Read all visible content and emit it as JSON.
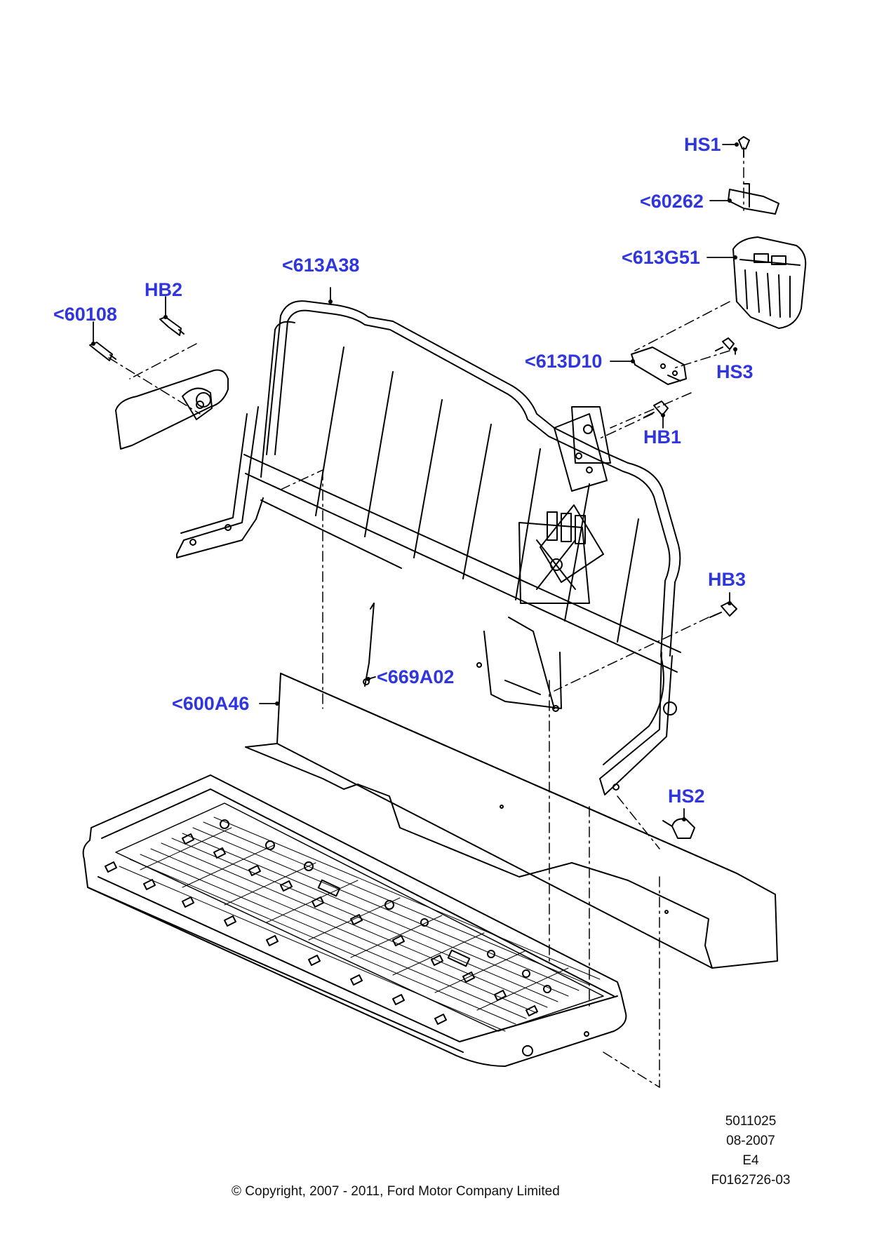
{
  "callouts": {
    "hs1": "HS1",
    "c60262": "<60262",
    "c613g51": "<613G51",
    "c613a38": "<613A38",
    "hb2": "HB2",
    "c60108": "<60108",
    "c613d10": "<613D10",
    "hs3": "HS3",
    "hb1": "HB1",
    "hb3": "HB3",
    "c669a02": "<669A02",
    "c600a46": "<600A46",
    "hs2": "HS2"
  },
  "info": {
    "number": "5011025",
    "date": "08-2007",
    "rev": "E4",
    "ref": "F0162726-03"
  },
  "copyright": "© Copyright, 2007 - 2011, Ford Motor Company Limited",
  "colors": {
    "callout": "#2f36e0",
    "line": "#000000"
  }
}
